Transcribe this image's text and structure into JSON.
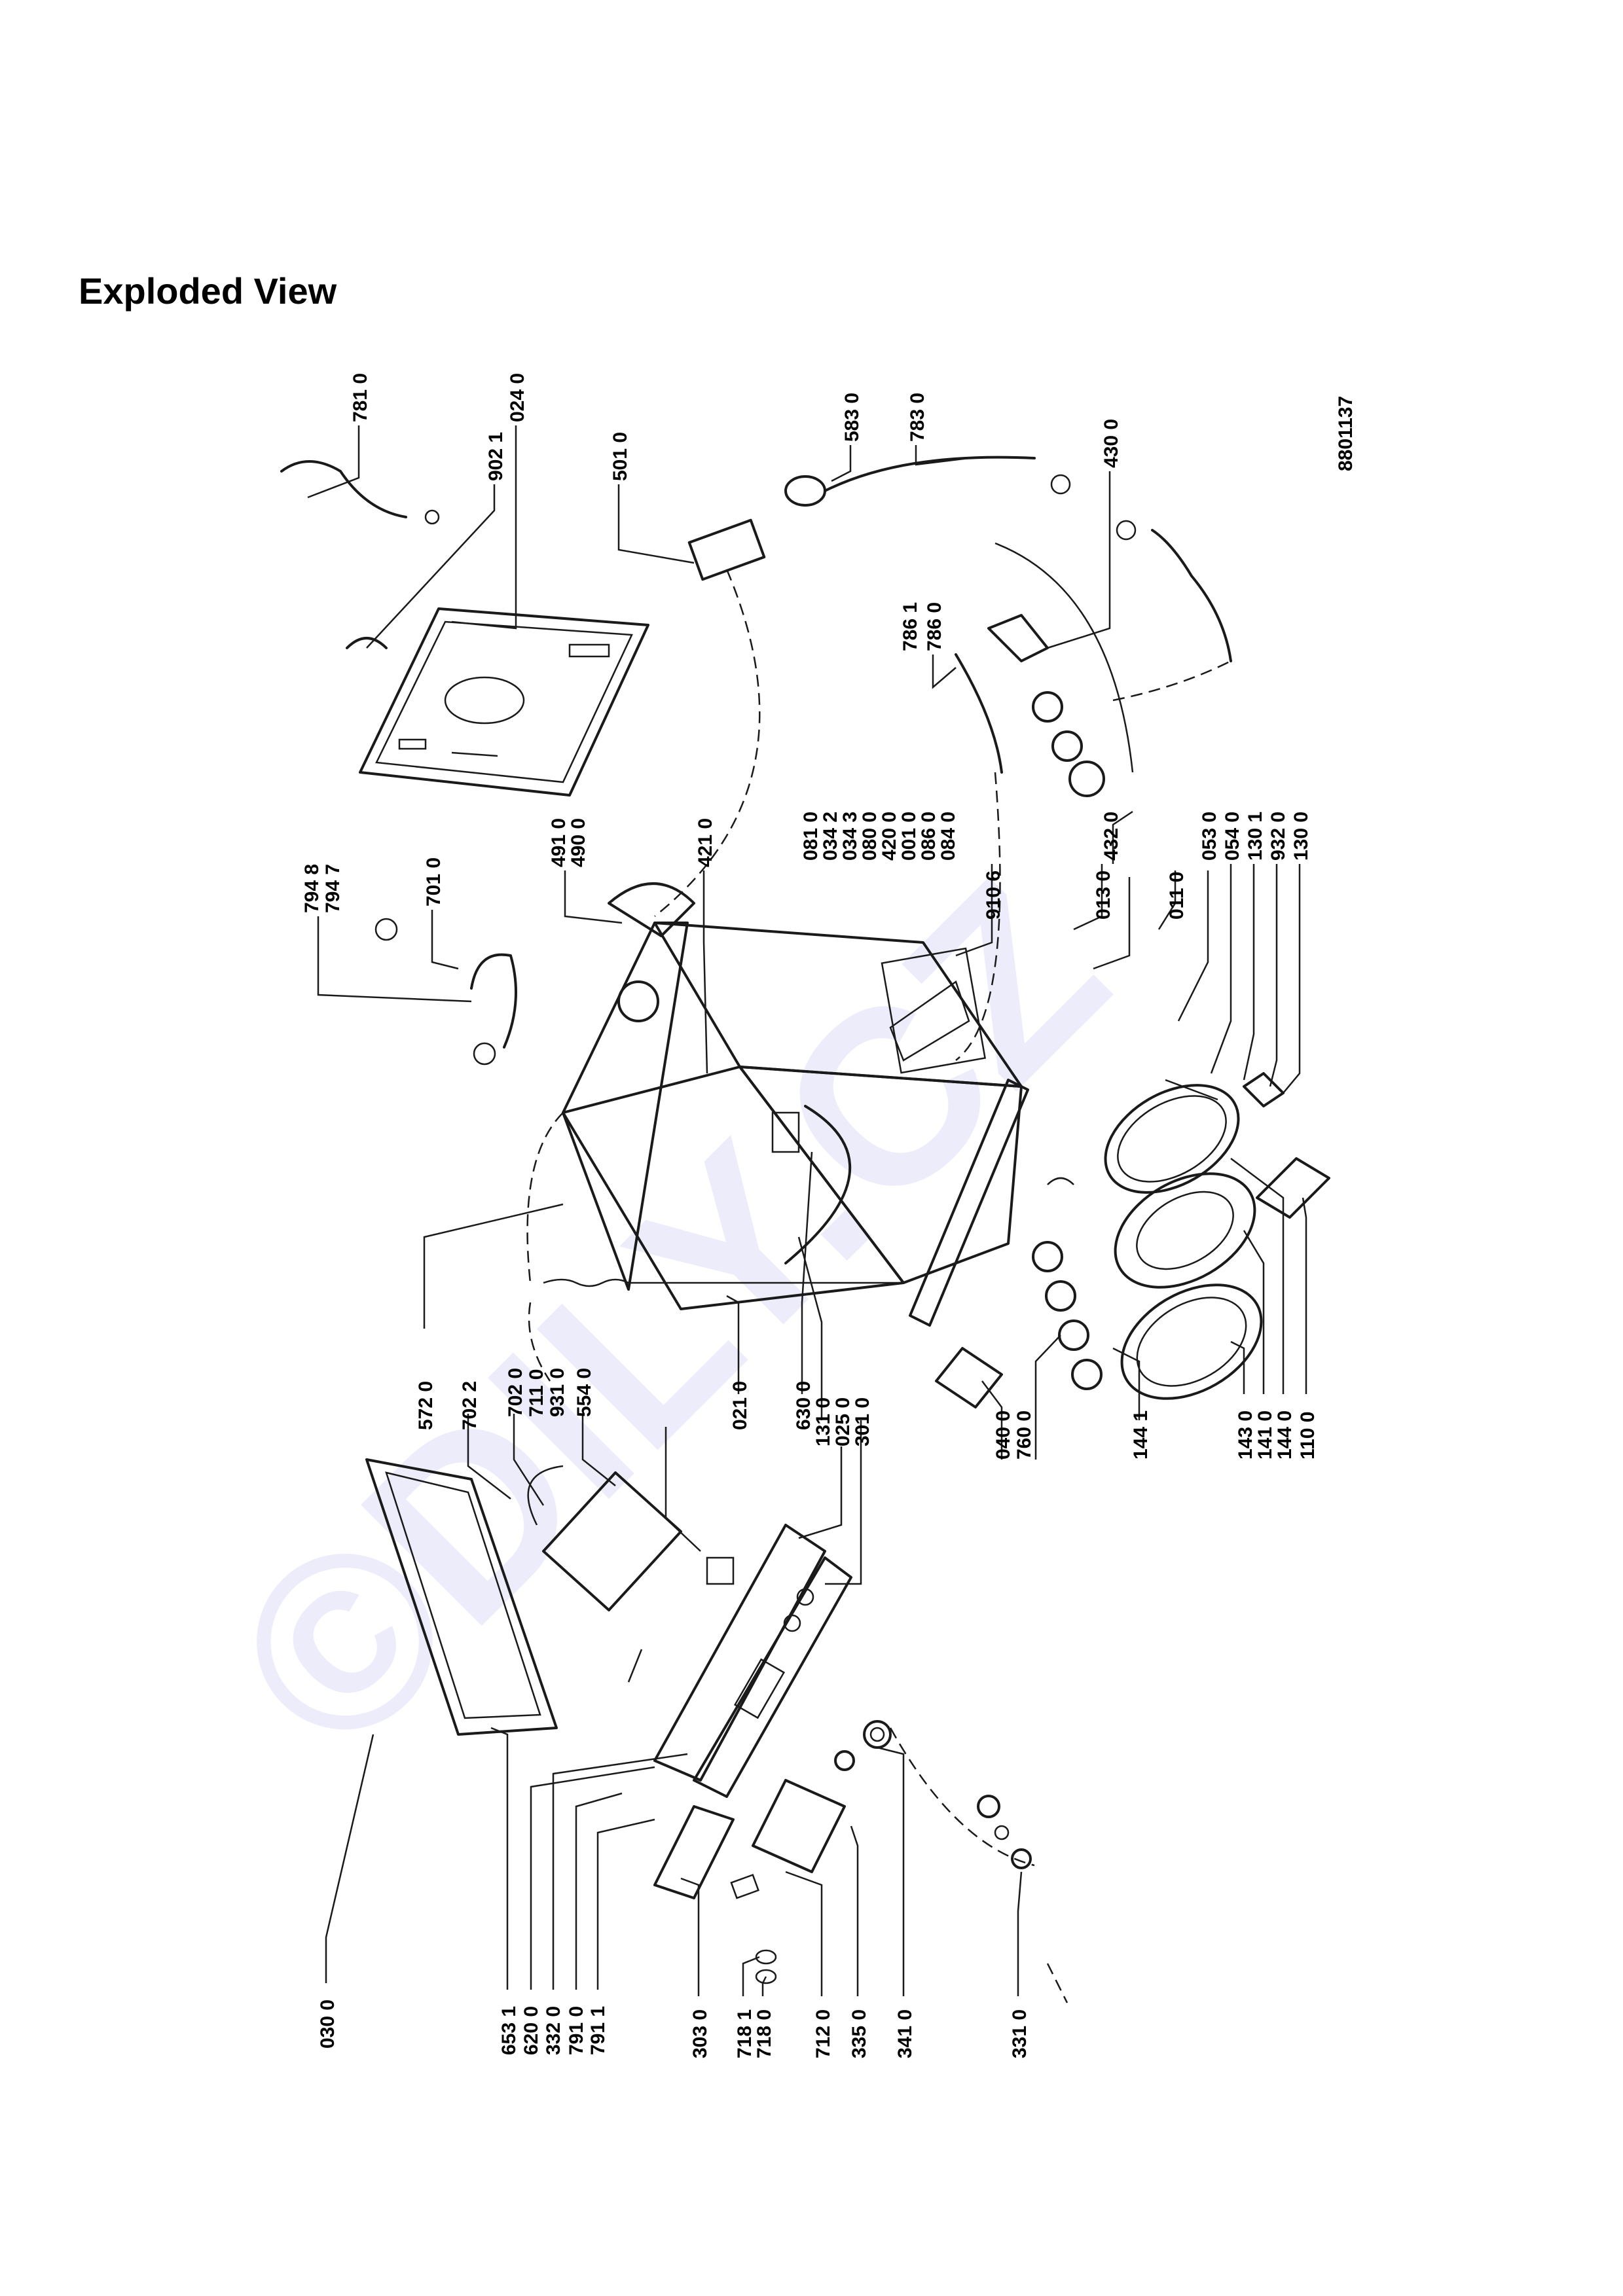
{
  "page": {
    "title": "Exploded View",
    "drawing_number": "8801137",
    "watermark": "©DILY.CZ"
  },
  "part_labels": [
    "781 0",
    "902 1",
    "024 0",
    "501 0",
    "583 0",
    "783 0",
    "430 0",
    "794 8",
    "794 7",
    "701 0",
    "491 0",
    "490 0",
    "421 0",
    "081 0",
    "034 2",
    "034 3",
    "080 0",
    "420 0",
    "001 0",
    "086 0",
    "084 0",
    "910 6",
    "786 1",
    "786 0",
    "432 0",
    "013 0",
    "011 0",
    "053 0",
    "054 0",
    "130 1",
    "932 0",
    "130 0",
    "572 0",
    "702 2",
    "702 0",
    "711 0",
    "931 0",
    "554 0",
    "021 0",
    "630 0",
    "131 0",
    "025 0",
    "301 0",
    "040 0",
    "760 0",
    "144 1",
    "143 0",
    "141 0",
    "144 0",
    "110 0",
    "030 0",
    "653 1",
    "620 0",
    "332 0",
    "791 0",
    "791 1",
    "303 0",
    "718 1",
    "718 0",
    "712 0",
    "335 0",
    "341 0",
    "331 0"
  ]
}
